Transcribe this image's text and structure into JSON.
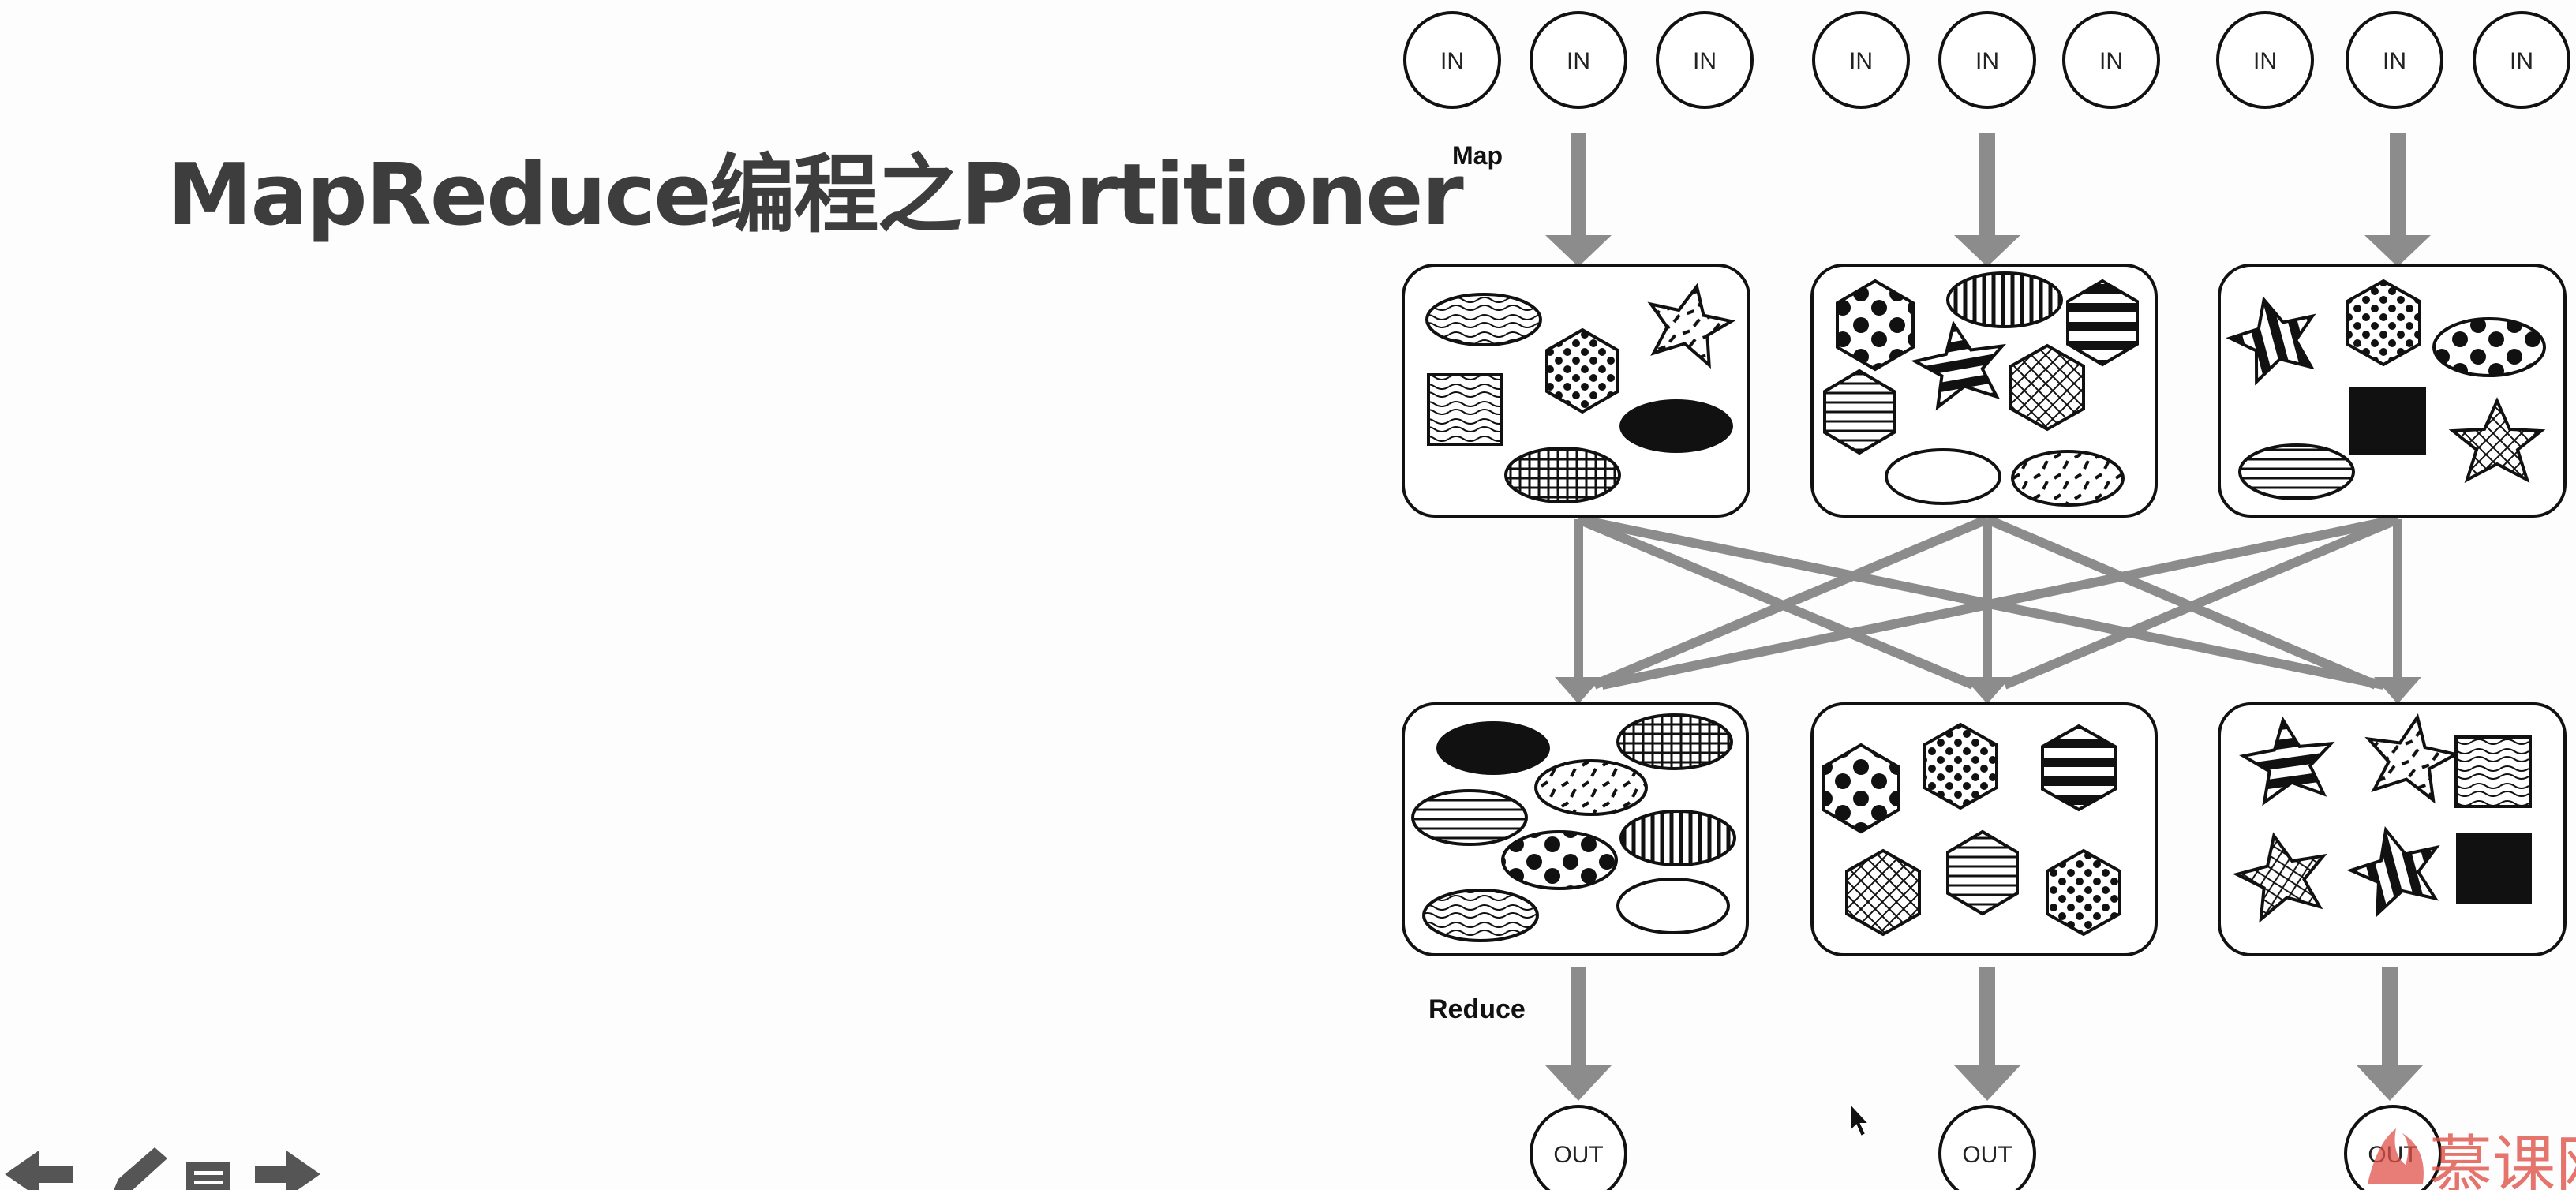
{
  "slide": {
    "title": "MapReduce编程之Partitioner"
  },
  "diagram": {
    "map_label": "Map",
    "reduce_label": "Reduce",
    "input_groups": [
      [
        "IN",
        "IN",
        "IN"
      ],
      [
        "IN",
        "IN",
        "IN"
      ],
      [
        "IN",
        "IN",
        "IN"
      ]
    ],
    "outputs": [
      "OUT",
      "OUT",
      "OUT"
    ]
  },
  "watermark": {
    "text": "慕课网"
  },
  "colors": {
    "arrow": "#8c8c8c",
    "title": "#3d3d3d",
    "watermark": "#e0524a"
  },
  "toolbar": {
    "icons": [
      "arrow-left-icon",
      "pencil-icon",
      "page-icon",
      "arrow-right-icon"
    ]
  }
}
